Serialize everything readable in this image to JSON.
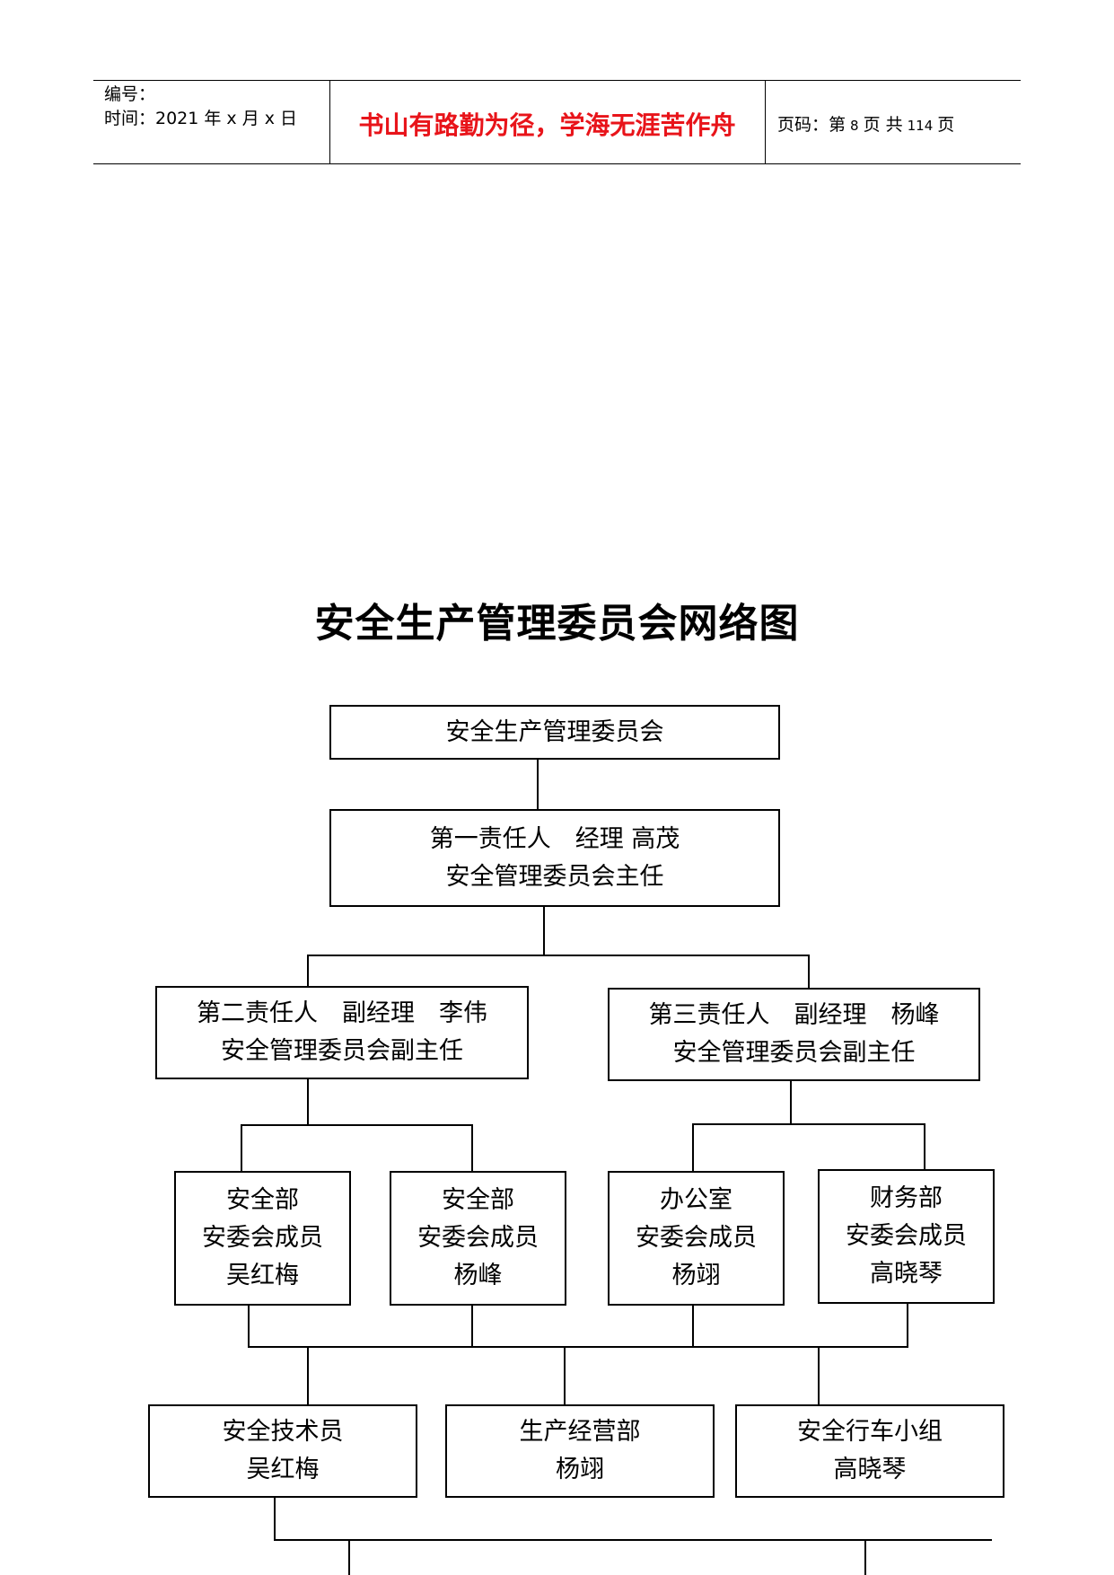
{
  "header": {
    "number_label": "编号：",
    "time_line": "时间：2021 年 x 月 x 日",
    "motto": "书山有路勤为径，学海无涯苦作舟",
    "page_prefix": "页码：第",
    "page_current": "8",
    "page_mid": "页  共",
    "page_total": "114",
    "page_suffix": "页"
  },
  "title": "安全生产管理委员会网络图",
  "org": {
    "top": {
      "line1": "安全生产管理委员会"
    },
    "director": {
      "line1": "第一责任人　经理  高茂",
      "line2": "安全管理委员会主任"
    },
    "deputy_left": {
      "line1": "第二责任人　副经理　李伟",
      "line2": "安全管理委员会副主任"
    },
    "deputy_right": {
      "line1": "第三责任人　副经理　杨峰",
      "line2": "安全管理委员会副主任"
    },
    "members": [
      {
        "dept": "安全部",
        "role": "安委会成员",
        "name": "吴红梅"
      },
      {
        "dept": "安全部",
        "role": "安委会成员",
        "name": "杨峰"
      },
      {
        "dept": "办公室",
        "role": "安委会成员",
        "name": "杨翊"
      },
      {
        "dept": "财务部",
        "role": "安委会成员",
        "name": "高晓琴"
      }
    ],
    "units": [
      {
        "line1": "安全技术员",
        "line2": "吴红梅"
      },
      {
        "line1": "生产经营部",
        "line2": "杨翊"
      },
      {
        "line1": "安全行车小组",
        "line2": "高晓琴"
      }
    ]
  }
}
